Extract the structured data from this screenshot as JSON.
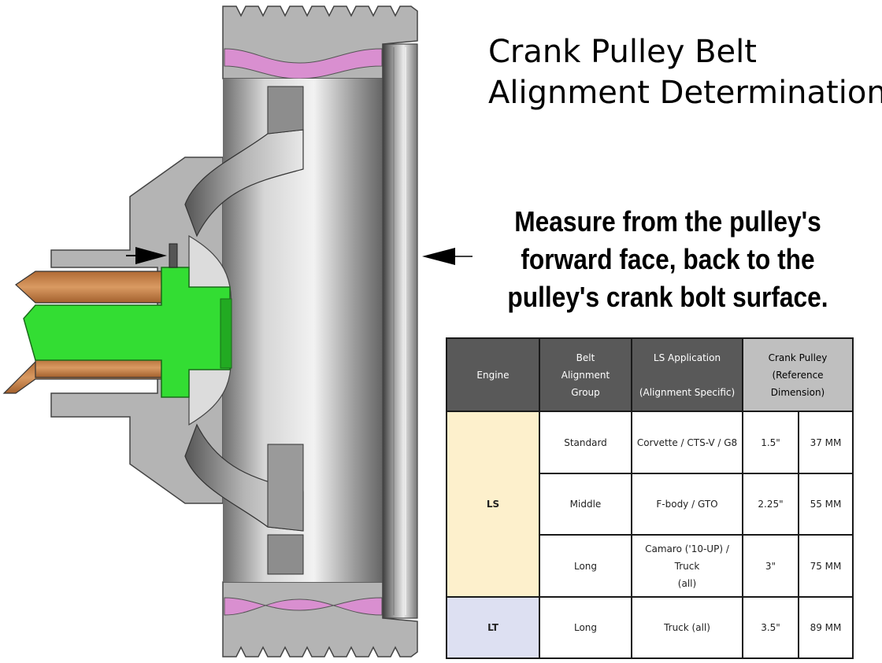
{
  "title": {
    "line1": "Crank Pulley Belt",
    "line2": "Alignment Determination"
  },
  "instruction": {
    "line1": "Measure from the pulley's",
    "line2": "forward face, back to the",
    "line3": "pulley's crank bolt surface."
  },
  "colors": {
    "bolt": "#33dd33",
    "crank_copper": "#c8864f",
    "belt_pink": "#d98fd0",
    "metal": "#a8a8a8",
    "ls_group": "#fdf0cc",
    "lt_group": "#dde0f2",
    "header_dark": "#595959",
    "header_light": "#bfbfbf"
  },
  "table": {
    "headers": {
      "engine": "Engine",
      "belt_group": "Belt\nAlignment\nGroup",
      "application": "LS Application\n\n(Alignment Specific)",
      "crank_pulley": "Crank Pulley (Reference\nDimension)"
    },
    "groups": [
      {
        "engine": "LS",
        "rows": [
          {
            "group": "Standard",
            "application": "Corvette / CTS-V / G8",
            "inches": "1.5\"",
            "mm": "37 MM"
          },
          {
            "group": "Middle",
            "application": "F-body / GTO",
            "inches": "2.25\"",
            "mm": "55 MM"
          },
          {
            "group": "Long",
            "application": "Camaro ('10-UP) / Truck\n(all)",
            "inches": "3\"",
            "mm": "75 MM"
          }
        ]
      },
      {
        "engine": "LT",
        "rows": [
          {
            "group": "Long",
            "application": "Truck (all)",
            "inches": "3.5\"",
            "mm": "89 MM"
          }
        ]
      }
    ]
  }
}
